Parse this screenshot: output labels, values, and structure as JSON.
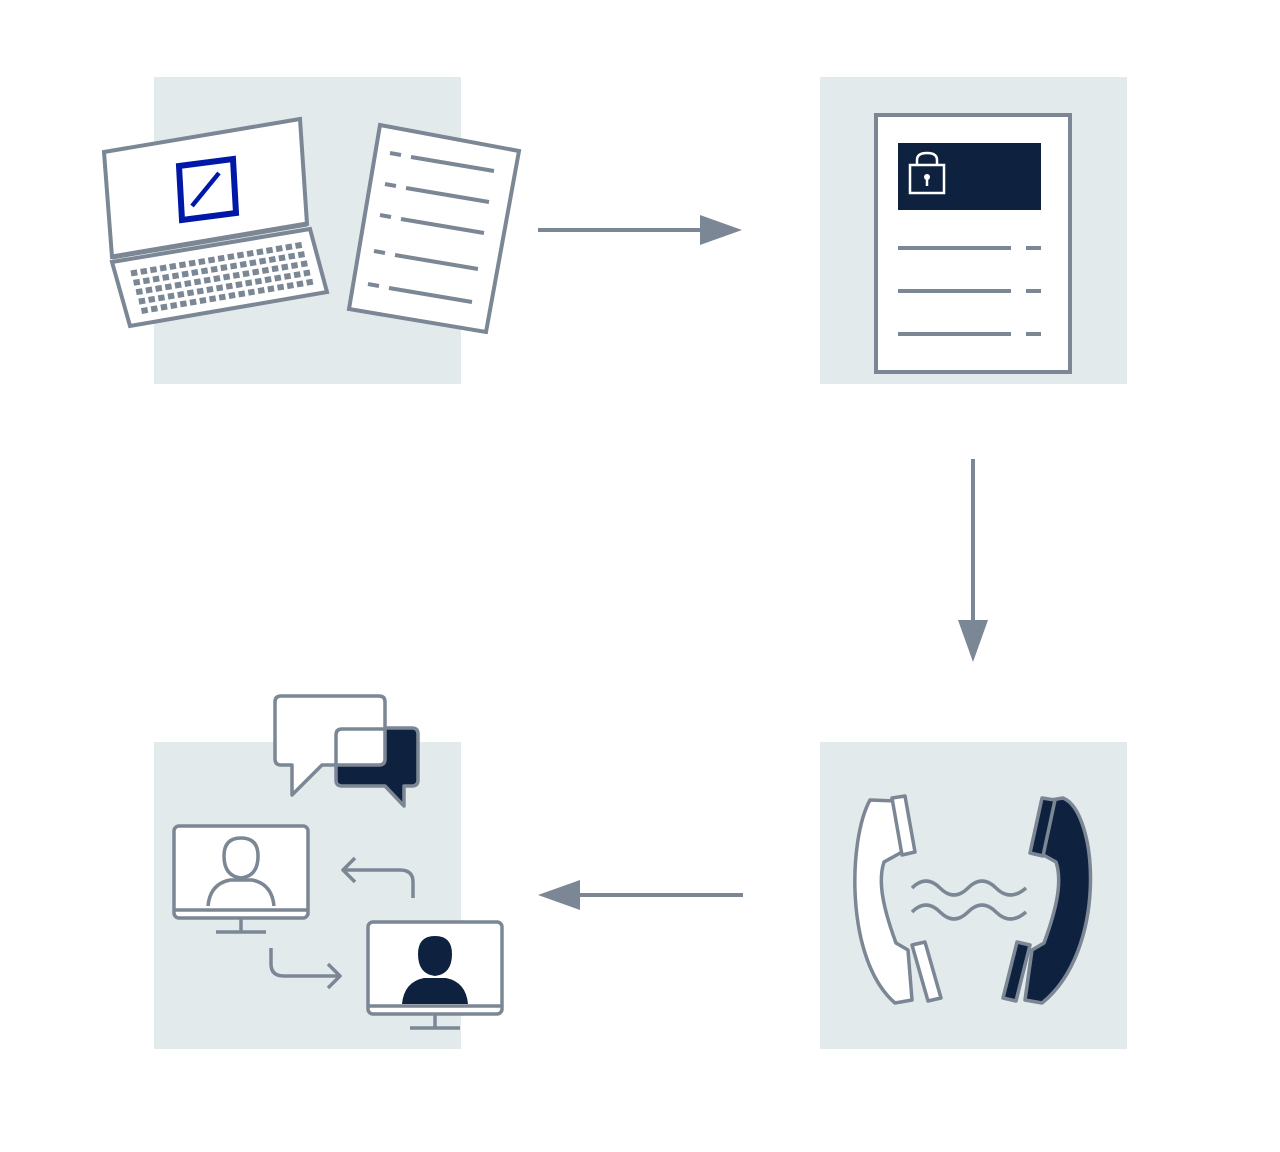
{
  "colors": {
    "background": "#ffffff",
    "panel": "#e3eaec",
    "stroke": "#7b8794",
    "navy": "#0e2240",
    "brand_blue": "#0018a8",
    "white": "#ffffff"
  },
  "steps": [
    {
      "id": "step-online-banking",
      "icon": "laptop-icon"
    },
    {
      "id": "step-secure-document",
      "icon": "locked-document-icon"
    },
    {
      "id": "step-phone-call",
      "icon": "telephone-handsets-icon"
    },
    {
      "id": "step-video-consultation",
      "icon": "video-chat-icon"
    }
  ],
  "flow": [
    {
      "from": "step-online-banking",
      "to": "step-secure-document",
      "direction": "right"
    },
    {
      "from": "step-secure-document",
      "to": "step-phone-call",
      "direction": "down"
    },
    {
      "from": "step-phone-call",
      "to": "step-video-consultation",
      "direction": "left"
    }
  ]
}
